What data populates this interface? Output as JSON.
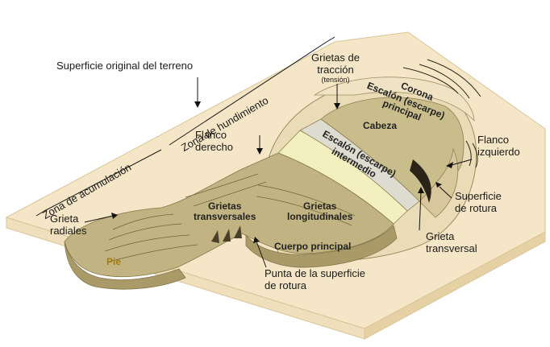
{
  "colors": {
    "background": "#ffffff",
    "block_face": "#f2e3c3",
    "block_side": "#e6d1a4",
    "block_front": "#efdfbc",
    "scarp": "#ece0c1",
    "head_body": "#c6bc88",
    "band_light": "#f3efbf",
    "band_grey": "#dcdcd0",
    "body_dark": "#b7a874",
    "pie_label": "#a57a14",
    "text": "#1a1a1a",
    "line": "#111111"
  },
  "labels": {
    "superficie_original": "Superficie original del terreno",
    "grietas_traccion": {
      "line1": "Grietas de",
      "line2": "tracción",
      "line3": "(tensión)"
    },
    "zona_hundimiento": "Zona de hundimiento",
    "zona_acumulacion": "Zona de acumulación",
    "flanco_derecho": {
      "line1": "Flanco",
      "line2": "derecho"
    },
    "flanco_izquierdo": {
      "line1": "Flanco",
      "line2": "izquierdo"
    },
    "corona": "Corona",
    "escalon_principal": {
      "line1": "Escalón (escarpe)",
      "line2": "principal"
    },
    "cabeza": "Cabeza",
    "escalon_intermedio": {
      "line1": "Escalón (escarpe)",
      "line2": "intermedio"
    },
    "superficie_rotura": {
      "line1": "Superficie",
      "line2": "de rotura"
    },
    "grieta_transversal": {
      "line1": "Grieta",
      "line2": "transversal"
    },
    "grietas_transversales": {
      "line1": "Grietas",
      "line2": "transversales"
    },
    "grietas_longitudinales": {
      "line1": "Grietas",
      "line2": "longitudinales"
    },
    "cuerpo_principal": "Cuerpo principal",
    "grieta_radiales": {
      "line1": "Grieta",
      "line2": "radiales"
    },
    "pie": "Pie",
    "punta": {
      "line1": "Punta de la superficie",
      "line2": "de rotura"
    }
  }
}
